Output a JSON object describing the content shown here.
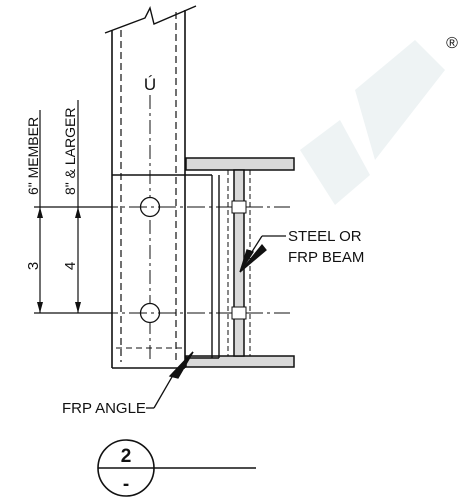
{
  "labels": {
    "member_symbol": "Ú",
    "dim_6in_member": "6\" MEMBER",
    "dim_8in_larger": "8\" & LARGER",
    "dim_value_3": "3",
    "dim_value_4": "4",
    "beam_callout_line1": "STEEL OR",
    "beam_callout_line2": "FRP BEAM",
    "angle_callout": "FRP ANGLE",
    "detail_number": "2",
    "detail_sheet": "-",
    "watermark_mark": "®"
  },
  "colors": {
    "line": "#111111",
    "steel_fill": "#d9d9d9",
    "watermark": "#eef3f4"
  }
}
